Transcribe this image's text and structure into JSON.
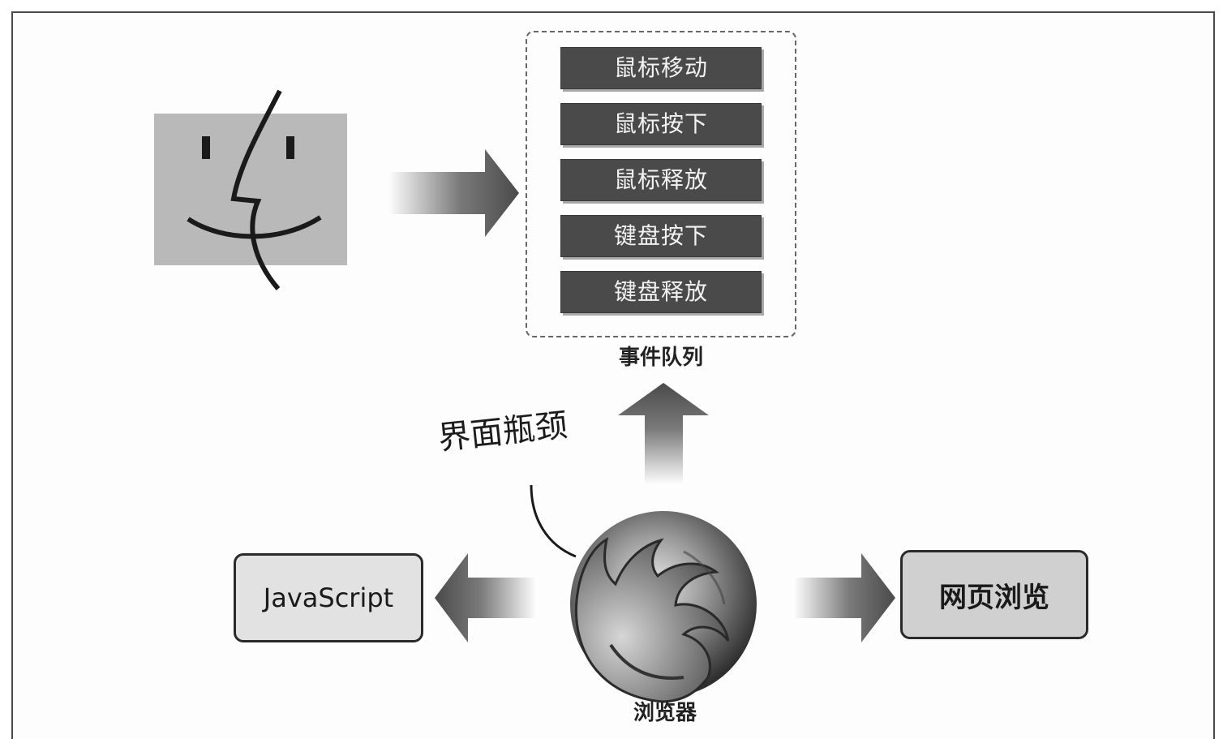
{
  "event_queue": {
    "label": "事件队列",
    "events": [
      "鼠标移动",
      "鼠标按下",
      "鼠标释放",
      "键盘按下",
      "键盘释放"
    ]
  },
  "bottleneck_label": "界面瓶颈",
  "browser_label": "浏览器",
  "javascript_label": "JavaScript",
  "web_browsing_label": "网页浏览",
  "colors": {
    "event_fill": "#4a4a4a",
    "arrow_dark": "#4e4e4e",
    "finder_fill": "#b9b9b9"
  }
}
